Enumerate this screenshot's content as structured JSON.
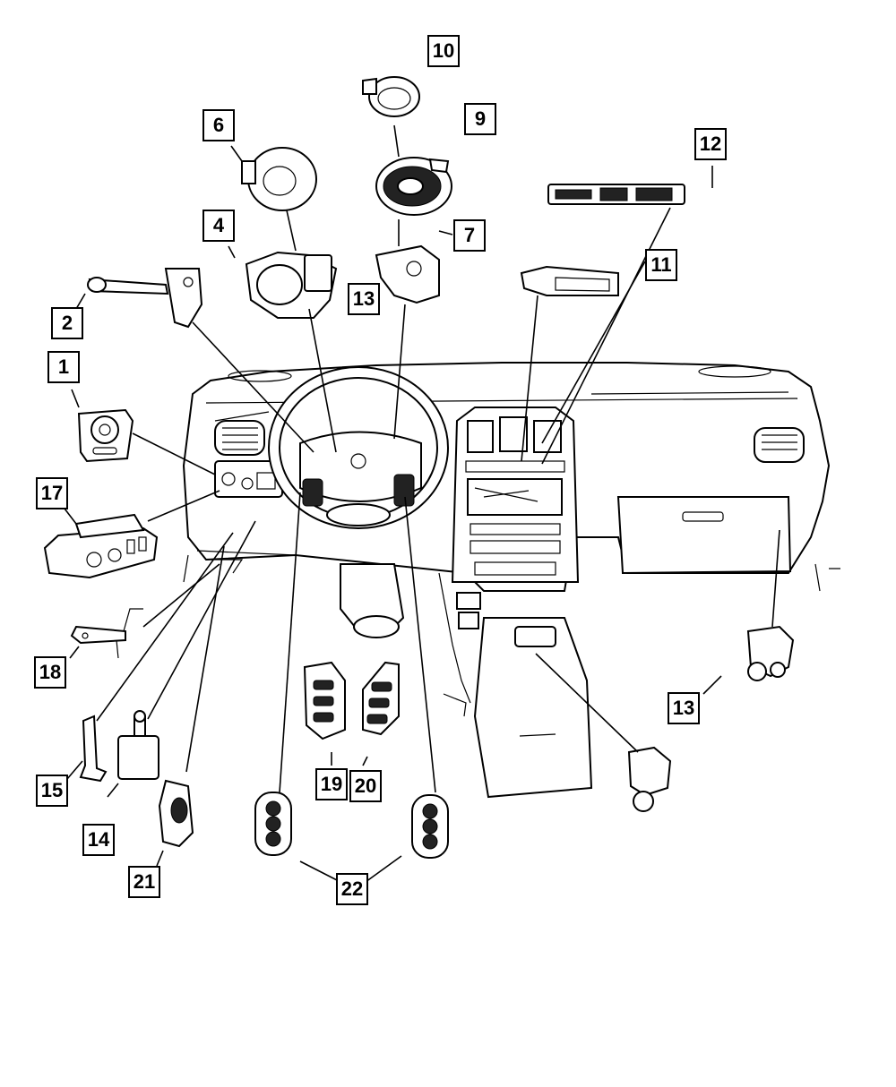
{
  "callouts": {
    "c1": "1",
    "c2": "2",
    "c4": "4",
    "c6": "6",
    "c7": "7",
    "c9": "9",
    "c10": "10",
    "c11": "11",
    "c12": "12",
    "c13a": "13",
    "c13b": "13",
    "c14": "14",
    "c15": "15",
    "c17": "17",
    "c18": "18",
    "c19": "19",
    "c20": "20",
    "c21": "21",
    "c22": "22"
  }
}
